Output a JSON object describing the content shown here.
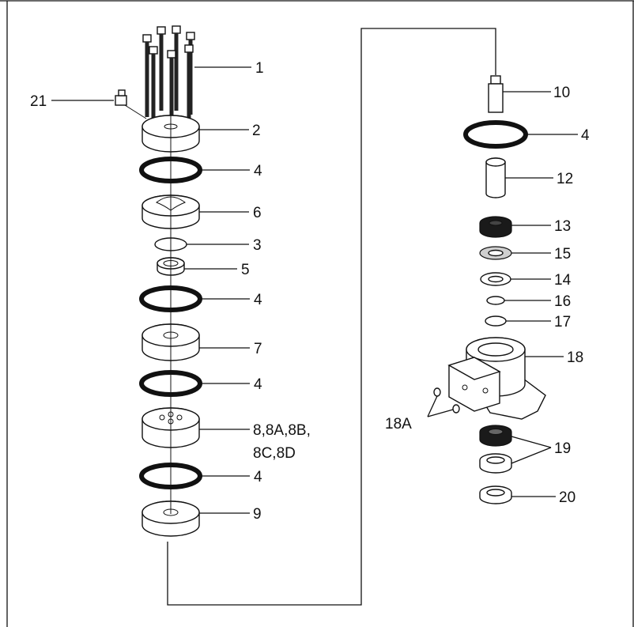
{
  "diagram": {
    "type": "exploded-parts-view",
    "labels": [
      {
        "id": "p1",
        "text": "1"
      },
      {
        "id": "p21",
        "text": "21"
      },
      {
        "id": "p2",
        "text": "2"
      },
      {
        "id": "p4a",
        "text": "4"
      },
      {
        "id": "p6",
        "text": "6"
      },
      {
        "id": "p3",
        "text": "3"
      },
      {
        "id": "p5",
        "text": "5"
      },
      {
        "id": "p4b",
        "text": "4"
      },
      {
        "id": "p7",
        "text": "7"
      },
      {
        "id": "p4c",
        "text": "4"
      },
      {
        "id": "p8",
        "text": "8,8A,8B,"
      },
      {
        "id": "p8b",
        "text": "8C,8D"
      },
      {
        "id": "p4d",
        "text": "4"
      },
      {
        "id": "p9",
        "text": "9"
      },
      {
        "id": "p10",
        "text": "10"
      },
      {
        "id": "p4e",
        "text": "4"
      },
      {
        "id": "p12",
        "text": "12"
      },
      {
        "id": "p13",
        "text": "13"
      },
      {
        "id": "p15",
        "text": "15"
      },
      {
        "id": "p14",
        "text": "14"
      },
      {
        "id": "p16",
        "text": "16"
      },
      {
        "id": "p17",
        "text": "17"
      },
      {
        "id": "p18",
        "text": "18"
      },
      {
        "id": "p18a",
        "text": "18A"
      },
      {
        "id": "p19",
        "text": "19"
      },
      {
        "id": "p20",
        "text": "20"
      }
    ]
  }
}
